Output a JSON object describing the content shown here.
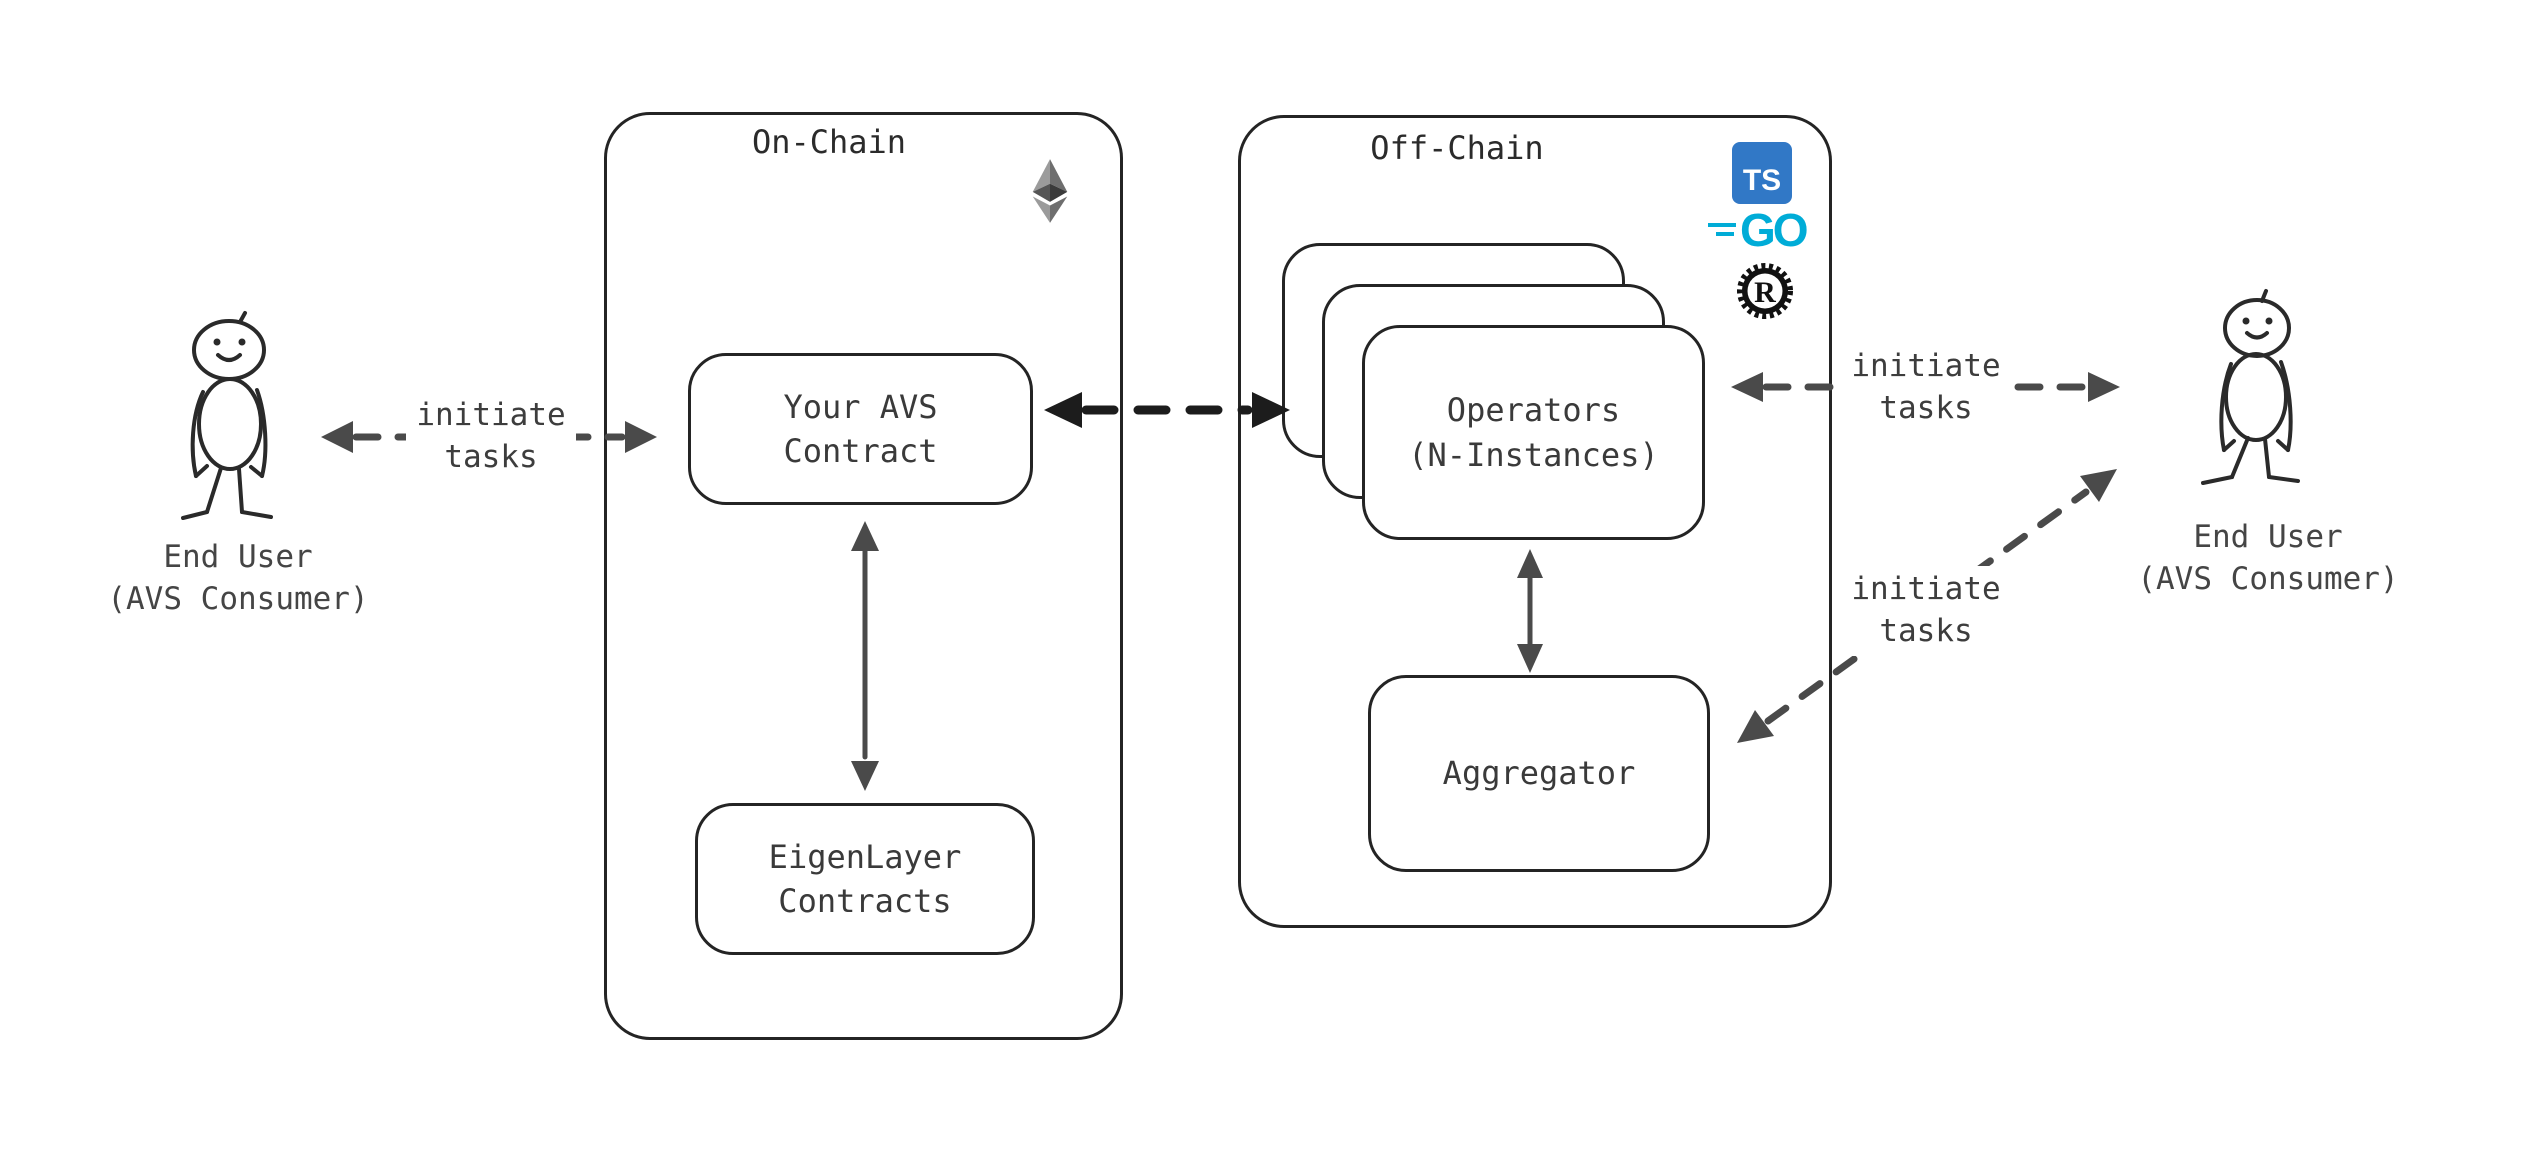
{
  "on_chain": {
    "title": "On-Chain",
    "boxes": {
      "avs_contract": "Your AVS\nContract",
      "eigenlayer": "EigenLayer\nContracts"
    }
  },
  "off_chain": {
    "title": "Off-Chain",
    "boxes": {
      "operators": "Operators\n(N-Instances)",
      "aggregator": "Aggregator"
    },
    "icons": {
      "typescript_text": "TS",
      "go_text": "GO",
      "rust_text": "R"
    }
  },
  "users": {
    "left_label": "End User\n(AVS Consumer)",
    "right_label": "End User\n(AVS Consumer)"
  },
  "arrow_labels": {
    "user_to_avs": "initiate\ntasks",
    "operators_to_user": "initiate\ntasks",
    "aggregator_to_user": "initiate\ntasks"
  },
  "icon_names": [
    "ethereum-icon",
    "typescript-icon",
    "go-icon",
    "rust-icon"
  ],
  "colors": {
    "background": "#ffffff",
    "box_stroke": "#242424",
    "arrow_gray": "#4a4a4a",
    "arrow_dark": "#1c1c1c",
    "label_text": "#3a3a3a",
    "typescript_blue": "#3178C6",
    "go_cyan": "#00ACD7",
    "rust_black": "#111111"
  }
}
